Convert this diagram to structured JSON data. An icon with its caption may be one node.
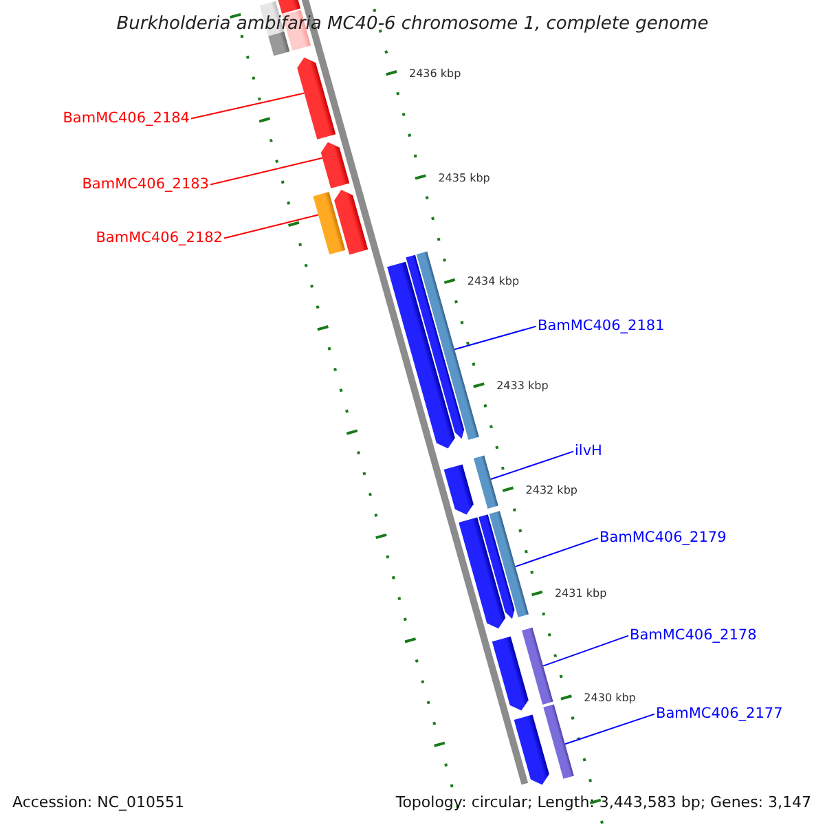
{
  "diagram": {
    "title": "Burkholderia ambifaria MC40-6 chromosome 1, complete genome",
    "nodes": [
      {
        "text": [],
        "shape": "arrow"
      },
      {
        "text": [],
        "shape": "bar"
      },
      {
        "text": [],
        "shape": "bar"
      },
      {
        "text": [],
        "shape": "bar"
      },
      {
        "text": [
          "BamMC406_2184"
        ]
      },
      {
        "text": [],
        "shape": "arrow"
      },
      {
        "text": [
          "BamMC406_2183"
        ]
      },
      {
        "text": [],
        "shape": "arrow"
      },
      {
        "text": [
          "BamMC406_2182"
        ]
      },
      {
        "text": [],
        "shape": "arrow"
      },
      {
        "text": [],
        "shape": "bar"
      },
      {
        "text": [
          "BamMC406_2181"
        ]
      },
      {
        "text": [],
        "shape": "arrow"
      },
      {
        "text": [],
        "shape": "arrow"
      },
      {
        "text": [],
        "shape": "bar"
      },
      {
        "text": [
          "ilvH"
        ]
      },
      {
        "text": [],
        "shape": "arrow"
      },
      {
        "text": [],
        "shape": "bar"
      },
      {
        "text": [
          "BamMC406_2179"
        ]
      },
      {
        "text": [],
        "shape": "arrow"
      },
      {
        "text": [],
        "shape": "arrow"
      },
      {
        "text": [],
        "shape": "bar"
      },
      {
        "text": [
          "BamMC406_2178"
        ]
      },
      {
        "text": [],
        "shape": "arrow"
      },
      {
        "text": [],
        "shape": "bar"
      },
      {
        "text": [
          "BamMC406_2177"
        ]
      },
      {
        "text": [],
        "shape": "arrow"
      },
      {
        "text": [],
        "shape": "bar"
      }
    ],
    "edges": [
      {
        "from": 4,
        "to": 5,
        "arrow": "none",
        "color": "#ff0000"
      },
      {
        "from": 6,
        "to": 7,
        "arrow": "none",
        "color": "#ff0000"
      },
      {
        "from": 8,
        "to": 10,
        "arrow": "none",
        "color": "#ff0000"
      },
      {
        "from": 11,
        "to": 14,
        "arrow": "none"
      },
      {
        "from": 15,
        "to": 17,
        "arrow": "none"
      },
      {
        "from": 18,
        "to": 21,
        "arrow": "none"
      },
      {
        "from": 22,
        "to": 24,
        "arrow": "none"
      },
      {
        "from": 25,
        "to": 27,
        "arrow": "none"
      }
    ],
    "labels": [
      "2436 kbp",
      "2435 kbp",
      "2434 kbp",
      "2433 kbp",
      "2432 kbp",
      "2431 kbp",
      "2430 kbp",
      "Accession: NC_010551",
      "Topology: circular; Length: 3,443,583 bp; Genes: 3,147"
    ]
  }
}
